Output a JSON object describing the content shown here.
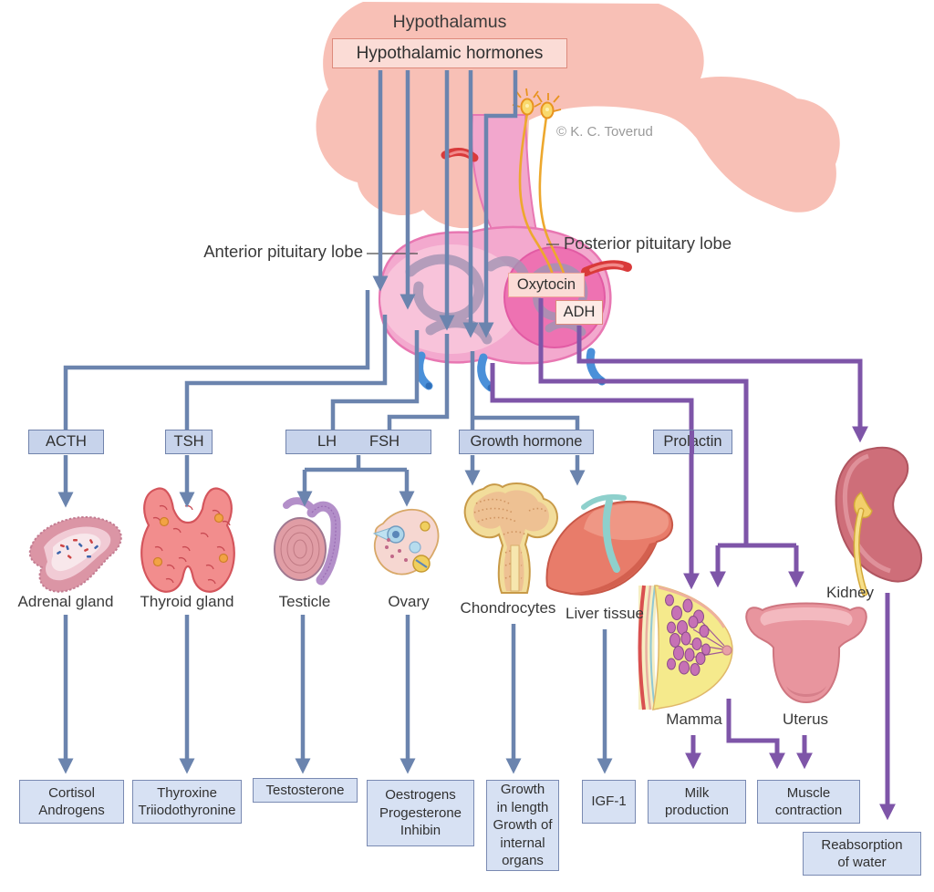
{
  "title": "Hypothalamus",
  "copyright": "© K. C. Toverud",
  "hypothalamus_box": {
    "label": "Hypothalamic hormones"
  },
  "pituitary": {
    "anterior_label": "Anterior pituitary lobe",
    "posterior_label": "Posterior pituitary lobe",
    "oxytocin": "Oxytocin",
    "adh": "ADH"
  },
  "hormone_boxes": {
    "acth": "ACTH",
    "tsh": "TSH",
    "lh": "LH",
    "fsh": "FSH",
    "growth_hormone": "Growth hormone",
    "prolactin": "Prolactin"
  },
  "organs": {
    "adrenal": "Adrenal gland",
    "thyroid": "Thyroid gland",
    "testicle": "Testicle",
    "ovary": "Ovary",
    "chondrocytes": "Chondrocytes",
    "liver": "Liver tissue",
    "kidney": "Kidney",
    "mamma": "Mamma",
    "uterus": "Uterus"
  },
  "effect_boxes": {
    "adrenal": [
      "Cortisol",
      "Androgens"
    ],
    "thyroid": [
      "Thyroxine",
      "Triiodothyronine"
    ],
    "testicle": [
      "Testosterone"
    ],
    "ovary": [
      "Oestrogens",
      "Progesterone",
      "Inhibin"
    ],
    "growth": [
      "Growth",
      "in length",
      "Growth of",
      "internal",
      "organs"
    ],
    "igf1": [
      "IGF-1"
    ],
    "milk": [
      "Milk",
      "production"
    ],
    "muscle": [
      "Muscle",
      "contraction"
    ],
    "water": [
      "Reabsorption",
      "of water"
    ]
  },
  "colors": {
    "anterior_route": "#6b84ae",
    "posterior_route": "#7e55a8",
    "hormone_box_fill": "#c7d3eb",
    "effect_box_fill": "#d7e1f3",
    "box_border": "#7183ac",
    "hypothalamus_fill": "#f8c0b6",
    "pink_box_fill": "#fbdcd6",
    "pink_box_border": "#dd8a7c"
  }
}
